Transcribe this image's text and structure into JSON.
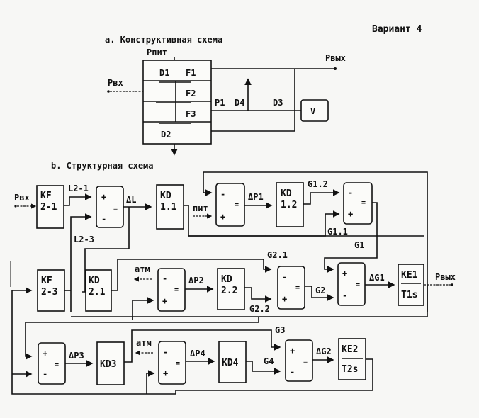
{
  "variant": "Вариант 4",
  "part_a": {
    "title": "a. Конструктивная схема",
    "labels": {
      "p_pit": "Pпит",
      "p_in": "Pвх",
      "p_out": "Pвых",
      "d1": "D1",
      "d2": "D2",
      "d3": "D3",
      "d4": "D4",
      "f1": "F1",
      "f2": "F2",
      "f3": "F3",
      "p1": "P1",
      "v": "V"
    }
  },
  "part_b": {
    "title": "b. Структурная схема",
    "input_label": "Pвх",
    "output_label": "Pвых",
    "blocks": {
      "kf21": [
        "KF",
        "2-1"
      ],
      "kf23": [
        "KF",
        "2-3"
      ],
      "kd11": [
        "KD",
        "1.1"
      ],
      "kd12": [
        "KD",
        "1.2"
      ],
      "kd21": [
        "KD",
        "2.1"
      ],
      "kd22": [
        "KD",
        "2.2"
      ],
      "kd3": "KD3",
      "kd4": "KD4",
      "ke1": [
        "KE1",
        "T1s"
      ],
      "ke2": [
        "KE2",
        "T2s"
      ]
    },
    "summer": {
      "plus": "+",
      "minus": "-",
      "eq": "="
    },
    "signals": {
      "l21": "L2-1",
      "l23": "L2-3",
      "dl": "ΔL",
      "pit": "пит",
      "dp1": "ΔP1",
      "g12": "G1.2",
      "g11": "G1.1",
      "g1": "G1",
      "atm1": "атм",
      "dp2": "ΔP2",
      "g21": "G2.1",
      "g22": "G2.2",
      "g2": "G2",
      "dg1": "ΔG1",
      "dp3": "ΔP3",
      "atm2": "атм",
      "dp4": "ΔP4",
      "g3": "G3",
      "g4": "G4",
      "dg2": "ΔG2"
    }
  }
}
